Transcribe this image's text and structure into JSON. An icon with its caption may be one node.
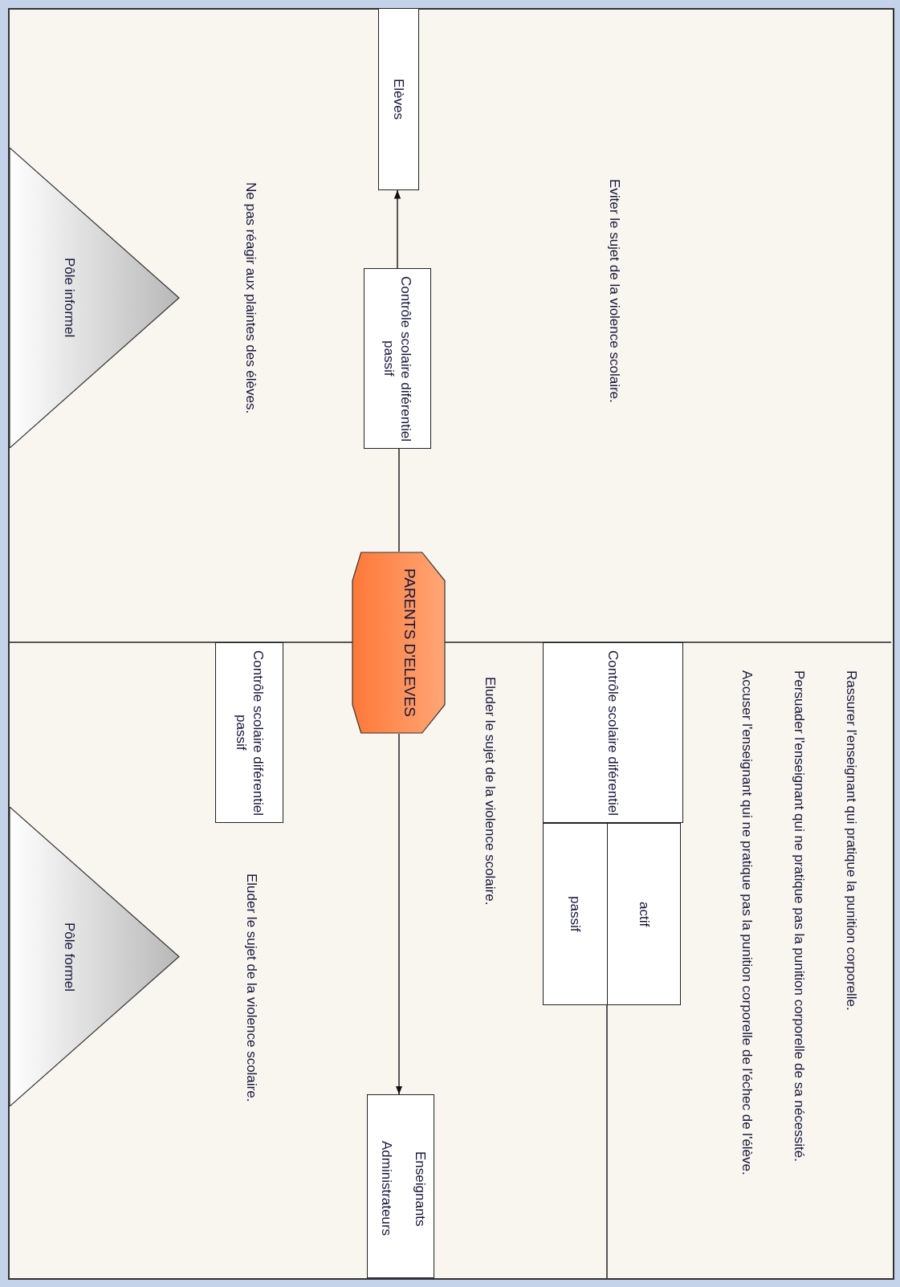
{
  "diagram": {
    "nodes": [
      {
        "text": [
          "Elèves"
        ]
      },
      {
        "text": [
          "Contrôle scolaire diférentiel passif"
        ]
      },
      {
        "text": [
          "Pôle informel"
        ]
      },
      {
        "text": [
          "PARENTS D'ELEVES"
        ]
      },
      {
        "text": [
          "Contrôle scolaire diférentiel"
        ]
      },
      {
        "text": [
          "actif"
        ]
      },
      {
        "text": [
          "passif"
        ]
      },
      {
        "text": [
          "Contrôle scolaire diférentiel passif"
        ]
      },
      {
        "text": [
          "Pôle formel"
        ]
      },
      {
        "text": [
          "Enseignants",
          "Administrateurs"
        ]
      }
    ],
    "edges": [
      {
        "from": 3,
        "to": 1,
        "arrow": "none"
      },
      {
        "from": 1,
        "to": 0,
        "arrow": "to"
      },
      {
        "from": 3,
        "to": 9,
        "arrow": "to"
      }
    ],
    "labels": [
      "Eviter le sujet de la violence scolaire.",
      "Ne pas réagir aux plaintes des élèves.",
      "Rassurer l'enseignant qui pratique la punition corporelle.",
      "Persuader l'enseignant qui ne pratique pas la punition corporelle de sa nécessité.",
      "Accuser l'enseignant qui ne pratique pas la punition corporelle de l'échec de l'élève.",
      "Eluder le sujet de la violence scolaire.",
      "Eluder le sujet de la violence scolaire."
    ]
  }
}
